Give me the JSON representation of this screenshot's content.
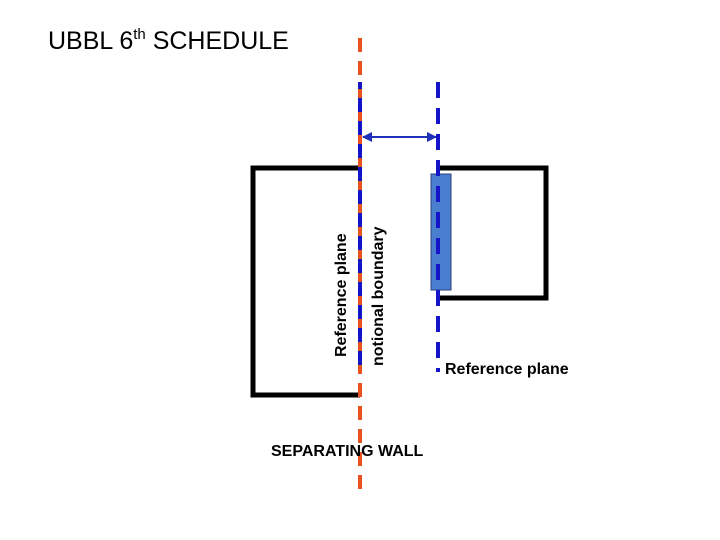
{
  "title": {
    "text": "UBBL 6",
    "sup": "th",
    "rest": " SCHEDULE"
  },
  "labels": {
    "reference_plane_left": "Reference plane",
    "notional_boundary": "notional boundary",
    "reference_plane_right": "Reference plane",
    "separating_wall": "SEPARATING WALL"
  },
  "colors": {
    "wall": "#000000",
    "red_line": "#e8531f",
    "blue_line": "#1414c8",
    "wall_fill": "#4a7fd0",
    "arrow": "#1e2fb8"
  }
}
